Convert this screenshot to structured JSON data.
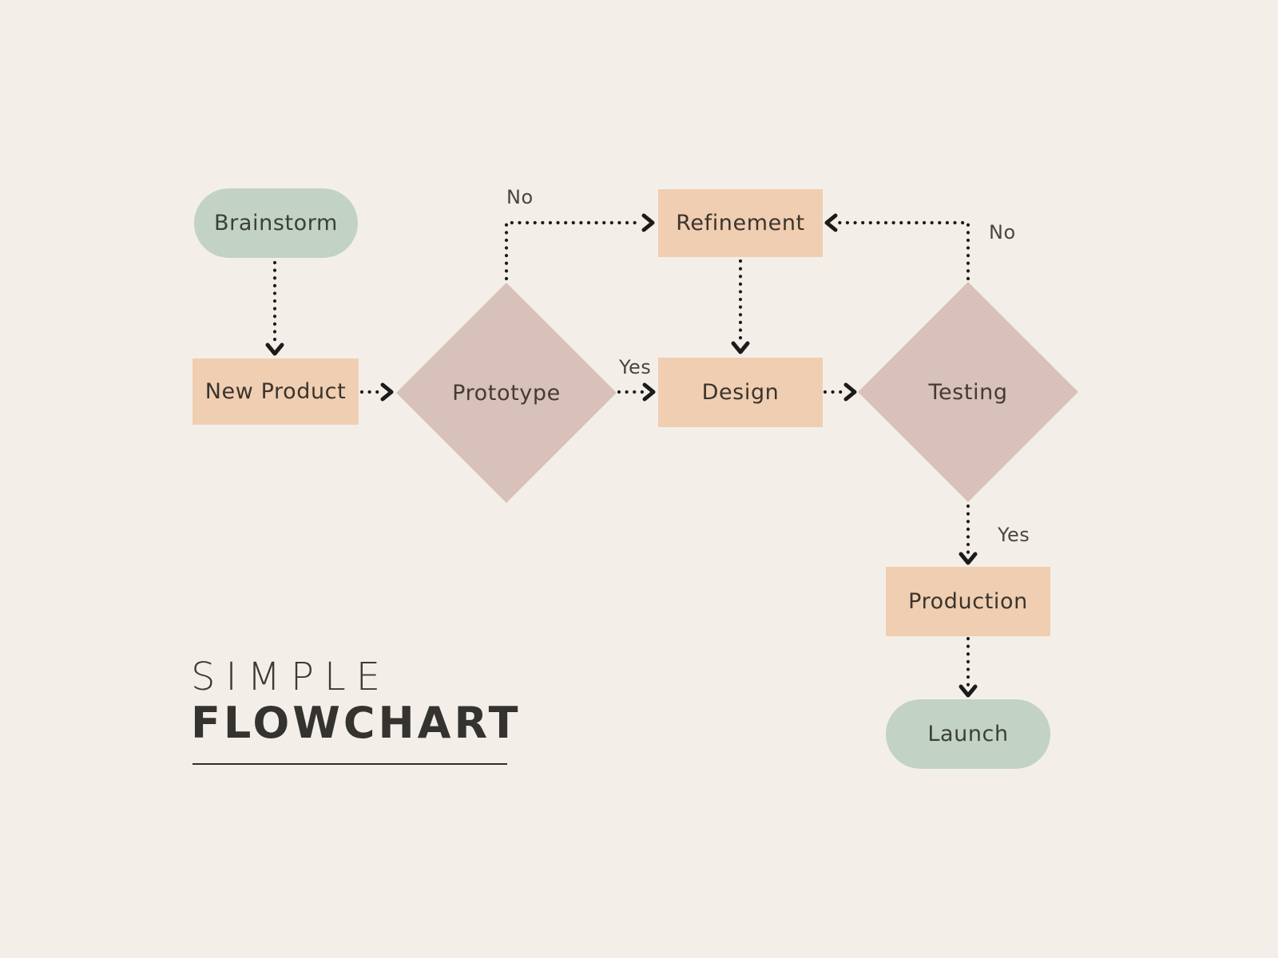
{
  "title": {
    "line1": "SIMPLE",
    "line2": "FLOWCHART"
  },
  "colors": {
    "background": "#f3efe8",
    "terminal_fill": "#c2d2c5",
    "process_fill": "#f0ceb2",
    "decision_fill": "#d8c1b9",
    "arrow": "#1b1b1b",
    "node_text": "#3a342c",
    "title_text": "#34332f"
  },
  "nodes": [
    {
      "id": "brainstorm",
      "type": "terminal",
      "label": "Brainstorm"
    },
    {
      "id": "new-product",
      "type": "process",
      "label": "New Product"
    },
    {
      "id": "prototype",
      "type": "decision",
      "label": "Prototype"
    },
    {
      "id": "refinement",
      "type": "process",
      "label": "Refinement"
    },
    {
      "id": "design",
      "type": "process",
      "label": "Design"
    },
    {
      "id": "testing",
      "type": "decision",
      "label": "Testing"
    },
    {
      "id": "production",
      "type": "process",
      "label": "Production"
    },
    {
      "id": "launch",
      "type": "terminal",
      "label": "Launch"
    }
  ],
  "edges": [
    {
      "from": "Brainstorm",
      "to": "New Product",
      "label": ""
    },
    {
      "from": "New Product",
      "to": "Prototype",
      "label": ""
    },
    {
      "from": "Prototype",
      "to": "Refinement",
      "label": "No"
    },
    {
      "from": "Prototype",
      "to": "Design",
      "label": "Yes"
    },
    {
      "from": "Refinement",
      "to": "Design",
      "label": ""
    },
    {
      "from": "Design",
      "to": "Testing",
      "label": ""
    },
    {
      "from": "Testing",
      "to": "Refinement",
      "label": "No"
    },
    {
      "from": "Testing",
      "to": "Production",
      "label": "Yes"
    },
    {
      "from": "Production",
      "to": "Launch",
      "label": ""
    }
  ],
  "edge_labels": {
    "prototype_no": "No",
    "prototype_yes": "Yes",
    "testing_no": "No",
    "testing_yes": "Yes"
  }
}
